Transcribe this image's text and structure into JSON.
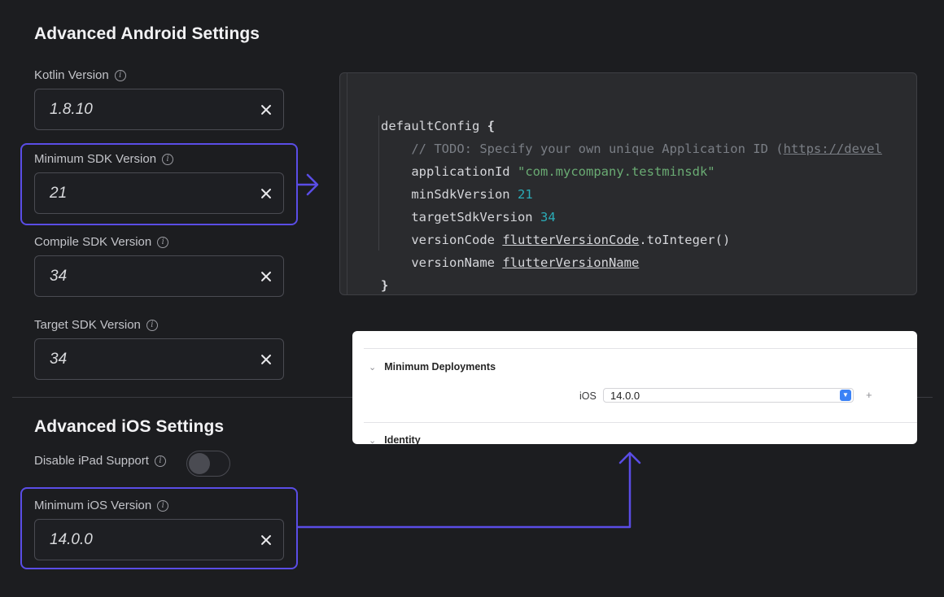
{
  "android": {
    "title": "Advanced Android Settings",
    "kotlin": {
      "label": "Kotlin Version",
      "value": "1.8.10"
    },
    "min_sdk": {
      "label": "Minimum SDK Version",
      "value": "21"
    },
    "compile_sdk": {
      "label": "Compile SDK Version",
      "value": "34"
    },
    "target_sdk": {
      "label": "Target SDK Version",
      "value": "34"
    }
  },
  "ios": {
    "title": "Advanced iOS Settings",
    "disable_ipad": {
      "label": "Disable iPad Support",
      "enabled": false
    },
    "min_ios": {
      "label": "Minimum iOS Version",
      "value": "14.0.0"
    }
  },
  "code": {
    "line1": "defaultConfig",
    "brace_open": "{",
    "comment": "// TODO: Specify your own unique Application ID (",
    "comment_link": "https://devel",
    "app_id_key": "applicationId",
    "app_id_value": "\"com.mycompany.testminsdk\"",
    "min_sdk_key": "minSdkVersion",
    "min_sdk_value": "21",
    "target_sdk_key": "targetSdkVersion",
    "target_sdk_value": "34",
    "version_code_key": "versionCode",
    "version_code_ref": "flutterVersionCode",
    "version_code_suffix": ".toInteger()",
    "version_name_key": "versionName",
    "version_name_ref": "flutterVersionName",
    "brace_close": "}"
  },
  "xcode": {
    "section1": "Minimum Deployments",
    "platform_label": "iOS",
    "platform_value": "14.0.0",
    "plus": "+",
    "section2": "Identity"
  },
  "colors": {
    "highlight": "#5a4de6",
    "background": "#1c1d20",
    "string": "#6aab73",
    "number": "#2aacb8"
  }
}
